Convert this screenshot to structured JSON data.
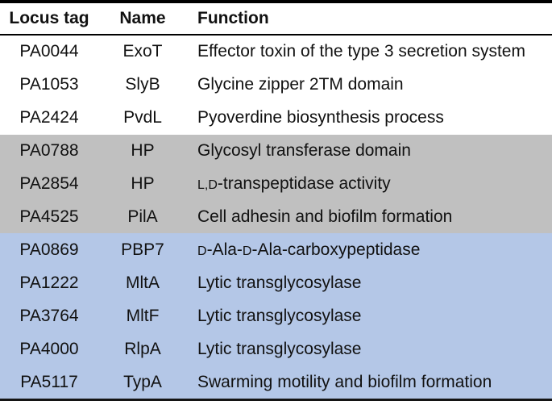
{
  "table": {
    "columns": [
      "Locus tag",
      "Name",
      "Function"
    ],
    "colors": {
      "white_band": "#ffffff",
      "gray_band": "#c0c0c0",
      "blue_band": "#b4c7e7",
      "border": "#000000",
      "text": "#111111"
    },
    "rows": [
      {
        "locus": "PA0044",
        "name": "ExoT",
        "band": "white",
        "function": [
          {
            "t": "Effector toxin of the type 3 secretion system"
          }
        ]
      },
      {
        "locus": "PA1053",
        "name": "SlyB",
        "band": "white",
        "function": [
          {
            "t": "Glycine zipper 2TM domain"
          }
        ]
      },
      {
        "locus": "PA2424",
        "name": "PvdL",
        "band": "white",
        "function": [
          {
            "t": "Pyoverdine biosynthesis process"
          }
        ]
      },
      {
        "locus": "PA0788",
        "name": "HP",
        "band": "gray",
        "function": [
          {
            "t": "Glycosyl transferase domain"
          }
        ]
      },
      {
        "locus": "PA2854",
        "name": "HP",
        "band": "gray",
        "function": [
          {
            "t": "L,D",
            "sc": true
          },
          {
            "t": "-transpeptidase activity"
          }
        ]
      },
      {
        "locus": "PA4525",
        "name": "PilA",
        "band": "gray",
        "function": [
          {
            "t": "Cell adhesin and biofilm formation"
          }
        ]
      },
      {
        "locus": "PA0869",
        "name": "PBP7",
        "band": "blue",
        "function": [
          {
            "t": "D",
            "sc": true
          },
          {
            "t": "-Ala-"
          },
          {
            "t": "D",
            "sc": true
          },
          {
            "t": "-Ala-carboxypeptidase"
          }
        ]
      },
      {
        "locus": "PA1222",
        "name": "MltA",
        "band": "blue",
        "function": [
          {
            "t": "Lytic transglycosylase"
          }
        ]
      },
      {
        "locus": "PA3764",
        "name": "MltF",
        "band": "blue",
        "function": [
          {
            "t": "Lytic transglycosylase"
          }
        ]
      },
      {
        "locus": "PA4000",
        "name": "RlpA",
        "band": "blue",
        "function": [
          {
            "t": "Lytic transglycosylase"
          }
        ]
      },
      {
        "locus": "PA5117",
        "name": "TypA",
        "band": "blue",
        "function": [
          {
            "t": "Swarming motility and biofilm formation"
          }
        ]
      }
    ]
  }
}
